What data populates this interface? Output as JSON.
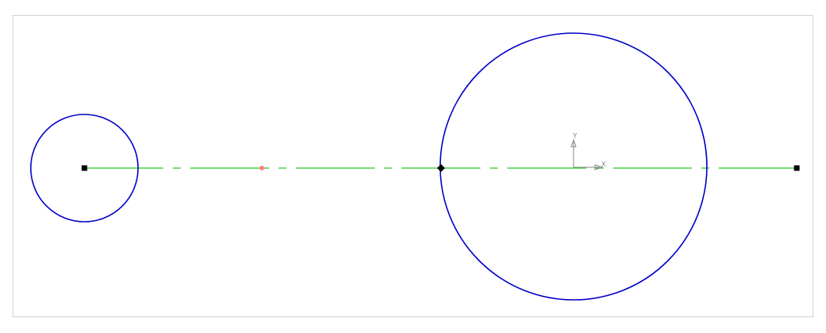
{
  "colors": {
    "circle_stroke": "#0000c8",
    "centerline_stroke": "#22cc22",
    "endpoint_fill": "#000000",
    "midpoint_fill": "#ff8080",
    "axis_stroke": "#8a8a8a",
    "frame_border": "#d0d0d0"
  },
  "axes": {
    "x_label": "X",
    "y_label": "Y"
  },
  "sketch": {
    "small_circle_icon": "circle",
    "large_circle_icon": "circle",
    "centerline_style": "dash-dot",
    "endpoint_marker": "filled-square",
    "tangent_marker": "filled-diamond",
    "midpoint_marker": "dot"
  }
}
